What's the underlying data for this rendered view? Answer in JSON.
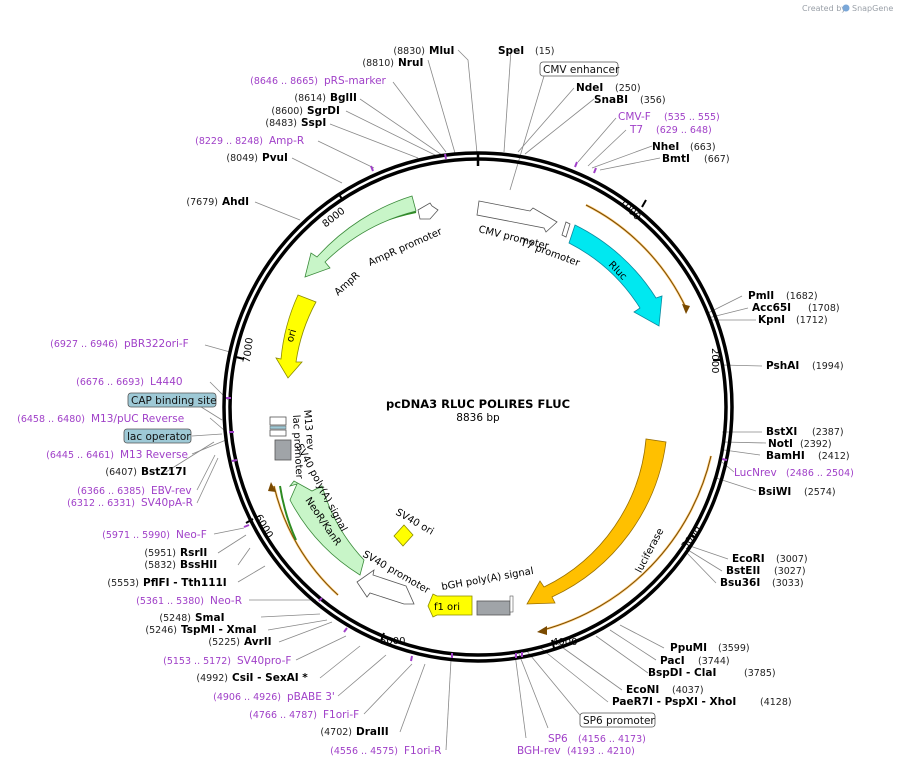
{
  "credit": {
    "prefix": "Created by",
    "brand": "SnapGene"
  },
  "plasmid": {
    "name": "pcDNA3 RLUC POLIRES FLUC",
    "size": "8836 bp"
  },
  "scale_ticks": [
    "1000",
    "2000",
    "3000",
    "4000",
    "5000",
    "6000",
    "7000",
    "8000"
  ],
  "boxed_labels": [
    {
      "name": "CMV enhancer",
      "fill": "#ffffff"
    },
    {
      "name": "CAP binding site",
      "fill": "#9ec9d6"
    },
    {
      "name": "lac operator",
      "fill": "#9ec9d6"
    },
    {
      "name": "SP6 promoter",
      "fill": "#ffffff"
    }
  ],
  "features": [
    {
      "name": "CMV promoter",
      "color": "#ffffff"
    },
    {
      "name": "T7 promoter",
      "color": "#ffffff"
    },
    {
      "name": "Rluc",
      "color": "#00e8f0"
    },
    {
      "name": "luciferase",
      "color": "#ffc000"
    },
    {
      "name": "bGH poly(A) signal",
      "color": "#a0a4a8"
    },
    {
      "name": "f1 ori",
      "color": "#ffff00"
    },
    {
      "name": "SV40 promoter",
      "color": "#ffffff"
    },
    {
      "name": "SV40 ori",
      "color": "#ffff00"
    },
    {
      "name": "NeoR/KanR",
      "color": "#c8f5c8"
    },
    {
      "name": "SV40 poly(A) signal",
      "color": "#a0a4a8"
    },
    {
      "name": "M13 rev",
      "color": "#ffffff"
    },
    {
      "name": "lac promoter",
      "color": "#ffffff"
    },
    {
      "name": "ori",
      "color": "#ffff00"
    },
    {
      "name": "AmpR",
      "color": "#c8f5c8"
    },
    {
      "name": "AmpR promoter",
      "color": "#ffffff"
    }
  ],
  "enzymes_left": [
    {
      "pos": "(8830)",
      "name": "MluI"
    },
    {
      "pos": "(8810)",
      "name": "NruI"
    },
    {
      "pos": "(8614)",
      "name": "BglII"
    },
    {
      "pos": "(8600)",
      "name": "SgrDI"
    },
    {
      "pos": "(8483)",
      "name": "SspI"
    },
    {
      "pos": "(8049)",
      "name": "PvuI"
    },
    {
      "pos": "(7679)",
      "name": "AhdI"
    },
    {
      "pos": "(6407)",
      "name": "BstZ17I"
    },
    {
      "pos": "(5951)",
      "name": "RsrII"
    },
    {
      "pos": "(5832)",
      "name": "BssHII"
    },
    {
      "pos": "(5553)",
      "name": "PflFI - Tth111I"
    },
    {
      "pos": "(5248)",
      "name": "SmaI"
    },
    {
      "pos": "(5246)",
      "name": "TspMI - XmaI"
    },
    {
      "pos": "(5225)",
      "name": "AvrII"
    },
    {
      "pos": "(4992)",
      "name": "CsiI - SexAI *"
    },
    {
      "pos": "(4702)",
      "name": "DraIII"
    }
  ],
  "enzymes_right": [
    {
      "name": "SpeI",
      "pos": "(15)"
    },
    {
      "name": "NdeI",
      "pos": "(250)"
    },
    {
      "name": "SnaBI",
      "pos": "(356)"
    },
    {
      "name": "NheI",
      "pos": "(663)"
    },
    {
      "name": "BmtI",
      "pos": "(667)"
    },
    {
      "name": "PmlI",
      "pos": "(1682)"
    },
    {
      "name": "Acc65I",
      "pos": "(1708)"
    },
    {
      "name": "KpnI",
      "pos": "(1712)"
    },
    {
      "name": "PshAI",
      "pos": "(1994)"
    },
    {
      "name": "BstXI",
      "pos": "(2387)"
    },
    {
      "name": "NotI",
      "pos": "(2392)"
    },
    {
      "name": "BamHI",
      "pos": "(2412)"
    },
    {
      "name": "BsiWI",
      "pos": "(2574)"
    },
    {
      "name": "EcoRI",
      "pos": "(3007)"
    },
    {
      "name": "BstEII",
      "pos": "(3027)"
    },
    {
      "name": "Bsu36I",
      "pos": "(3033)"
    },
    {
      "name": "PpuMI",
      "pos": "(3599)"
    },
    {
      "name": "PacI",
      "pos": "(3744)"
    },
    {
      "name": "BspDI - ClaI",
      "pos": "(3785)"
    },
    {
      "name": "EcoNI",
      "pos": "(4037)"
    },
    {
      "name": "PaeR7I - PspXI - XhoI",
      "pos": "(4128)"
    }
  ],
  "primers_left": [
    {
      "range": "(8646 .. 8665)",
      "name": "pRS-marker"
    },
    {
      "range": "(8229 .. 8248)",
      "name": "Amp-R"
    },
    {
      "range": "(6927 .. 6946)",
      "name": "pBR322ori-F"
    },
    {
      "range": "(6676 .. 6693)",
      "name": "L4440"
    },
    {
      "range": "(6458 .. 6480)",
      "name": "M13/pUC Reverse"
    },
    {
      "range": "(6445 .. 6461)",
      "name": "M13 Reverse"
    },
    {
      "range": "(6366 .. 6385)",
      "name": "EBV-rev"
    },
    {
      "range": "(6312 .. 6331)",
      "name": "SV40pA-R"
    },
    {
      "range": "(5971 .. 5990)",
      "name": "Neo-F"
    },
    {
      "range": "(5361 .. 5380)",
      "name": "Neo-R"
    },
    {
      "range": "(5153 .. 5172)",
      "name": "SV40pro-F"
    },
    {
      "range": "(4906 .. 4926)",
      "name": "pBABE 3'"
    },
    {
      "range": "(4766 .. 4787)",
      "name": "F1ori-F"
    },
    {
      "range": "(4556 .. 4575)",
      "name": "F1ori-R"
    }
  ],
  "primers_right": [
    {
      "name": "CMV-F",
      "range": "(535 .. 555)"
    },
    {
      "name": "T7",
      "range": "(629 .. 648)"
    },
    {
      "name": "LucNrev",
      "range": "(2486 .. 2504)"
    },
    {
      "name": "SP6",
      "range": "(4156 .. 4173)"
    },
    {
      "name": "BGH-rev",
      "range": "(4193 .. 4210)"
    }
  ]
}
